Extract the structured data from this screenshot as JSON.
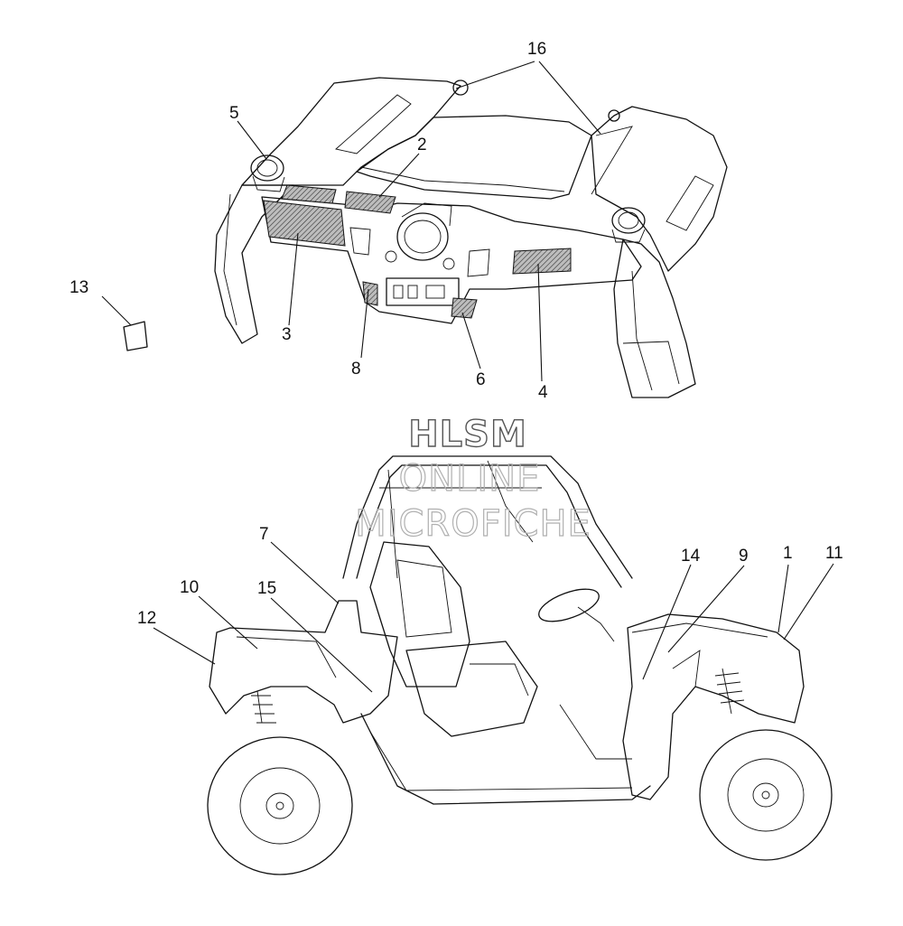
{
  "callouts": {
    "c16": "16",
    "c5": "5",
    "c2": "2",
    "c13": "13",
    "c3": "3",
    "c8": "8",
    "c6": "6",
    "c4": "4",
    "c7": "7",
    "c10": "10",
    "c15": "15",
    "c12": "12",
    "c14": "14",
    "c9": "9",
    "c1": "1",
    "c11": "11"
  },
  "watermark": {
    "line1": "HLSM",
    "line2": "ONLINE",
    "line3": "MICROFICHE"
  }
}
